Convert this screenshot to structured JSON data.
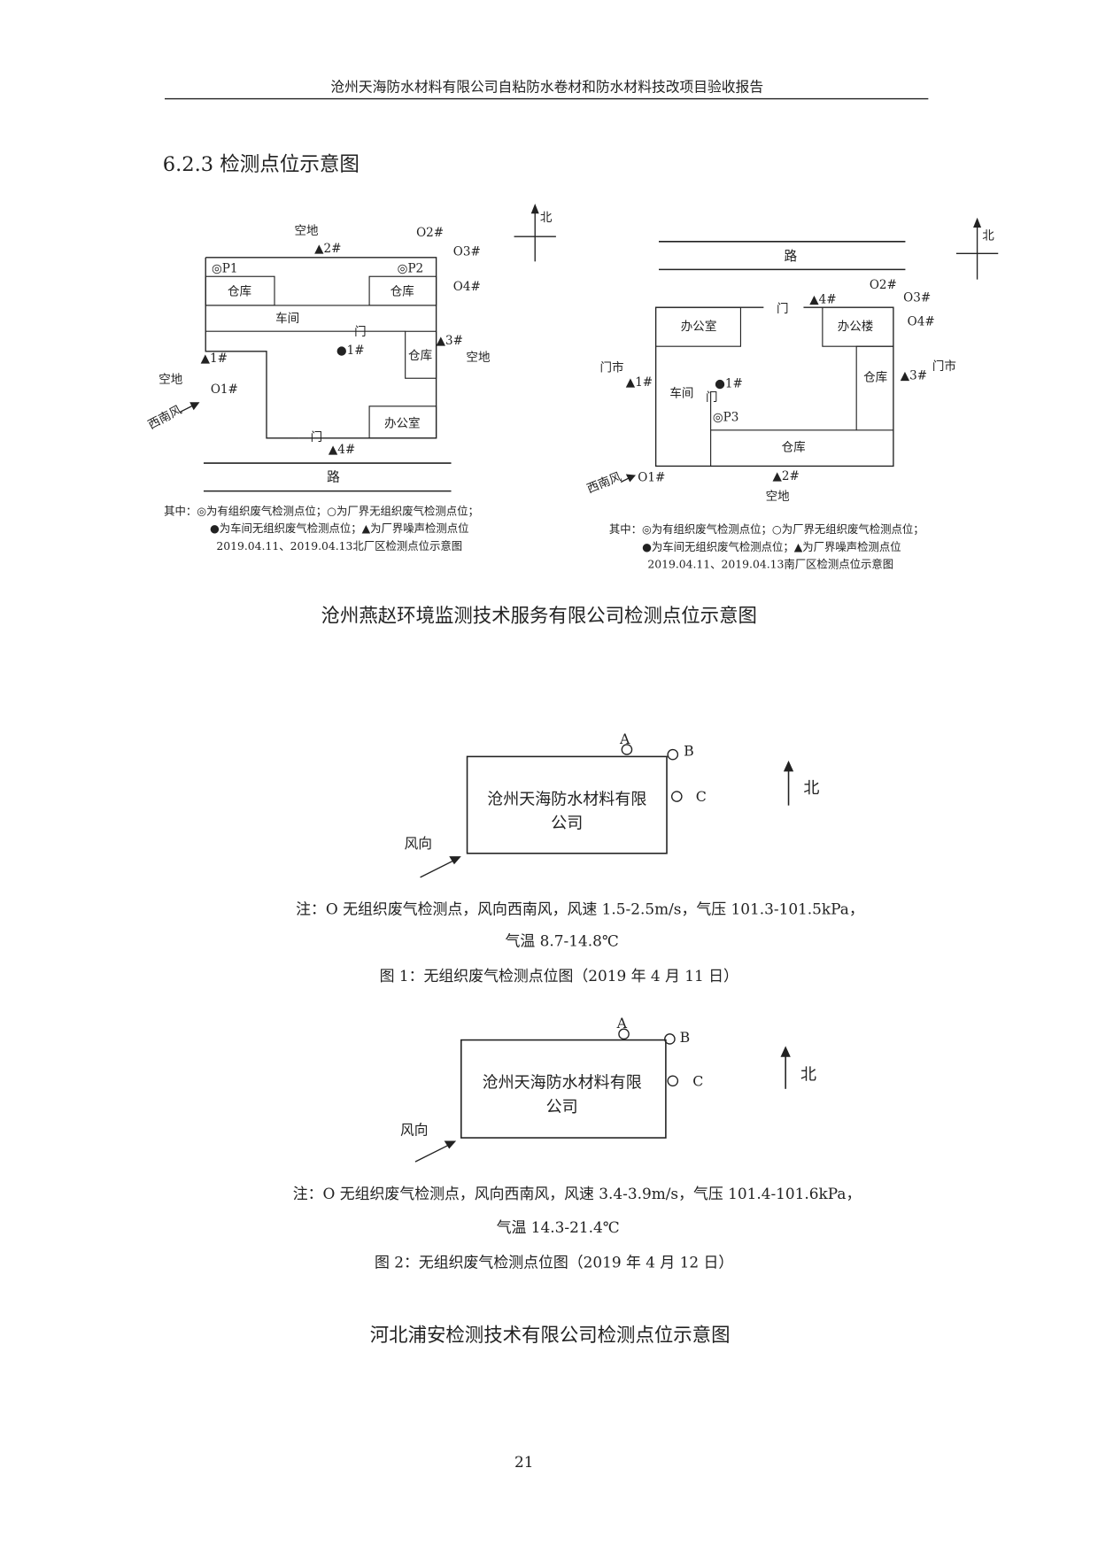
{
  "header": {
    "title": "沧州天海防水材料有限公司自粘防水卷材和防水材料技改项目验收报告"
  },
  "section": {
    "heading": "6.2.3 检测点位示意图"
  },
  "north_plant": {
    "labels": {
      "empty_top": "空地",
      "empty_left": "空地",
      "empty_right": "空地",
      "warehouse_left": "仓库",
      "warehouse_right": "仓库",
      "warehouse_mid": "仓库",
      "workshop": "车间",
      "gate_inner": "门",
      "gate_bottom": "门",
      "office": "办公室",
      "road": "路",
      "wind": "西南风",
      "north": "北"
    },
    "points": {
      "o1": "O1#",
      "o2": "O2#",
      "o3": "O3#",
      "o4": "O4#",
      "n1": "▲1#",
      "n2": "▲2#",
      "n3": "▲3#",
      "n4": "▲4#",
      "p1": "◎P1",
      "p2": "◎P2",
      "w1": "●1#"
    },
    "legend": {
      "line1": "其中：◎为有组织废气检测点位；○为厂界无组织废气检测点位；",
      "line2": "●为车间无组织废气检测点位；▲为厂界噪声检测点位",
      "caption": "2019.04.11、2019.04.13北厂区检测点位示意图"
    }
  },
  "south_plant": {
    "labels": {
      "road": "路",
      "north": "北",
      "gate": "门",
      "office": "办公室",
      "office_bldg": "办公楼",
      "shop_left": "门市",
      "shop_right": "门市",
      "workshop": "车间",
      "gate_inner": "门",
      "warehouse_right": "仓库",
      "warehouse_bottom": "仓库",
      "empty_bottom": "空地",
      "wind": "西南风"
    },
    "points": {
      "o1": "O1#",
      "o2": "O2#",
      "o3": "O3#",
      "o4": "O4#",
      "n1": "▲1#",
      "n2": "▲2#",
      "n3": "▲3#",
      "n4": "▲4#",
      "p3": "◎P3",
      "w1": "●1#"
    },
    "legend": {
      "line1": "其中：◎为有组织废气检测点位；○为厂界无组织废气检测点位；",
      "line2": "●为车间无组织废气检测点位；▲为厂界噪声检测点位",
      "caption": "2019.04.11、2019.04.13南厂区检测点位示意图"
    }
  },
  "caption_1": "沧州燕赵环境监测技术服务有限公司检测点位示意图",
  "figure_1": {
    "company_line1": "沧州天海防水材料有限",
    "company_line2": "公司",
    "point_a": "A",
    "point_b": "B",
    "point_c": "C",
    "wind": "风向",
    "north": "北",
    "note_line1": "注：O 无组织废气检测点，风向西南风，风速 1.5-2.5m/s，气压 101.3-101.5kPa，",
    "note_line2": "气温 8.7-14.8℃",
    "caption": "图 1：无组织废气检测点位图（2019 年 4 月 11 日）"
  },
  "figure_2": {
    "company_line1": "沧州天海防水材料有限",
    "company_line2": "公司",
    "point_a": "A",
    "point_b": "B",
    "point_c": "C",
    "wind": "风向",
    "north": "北",
    "note_line1": "注：O 无组织废气检测点，风向西南风，风速 3.4-3.9m/s，气压 101.4-101.6kPa，",
    "note_line2": "气温 14.3-21.4℃",
    "caption": "图 2：无组织废气检测点位图（2019 年 4 月 12 日）"
  },
  "caption_2": "河北浦安检测技术有限公司检测点位示意图",
  "page_number": "21"
}
